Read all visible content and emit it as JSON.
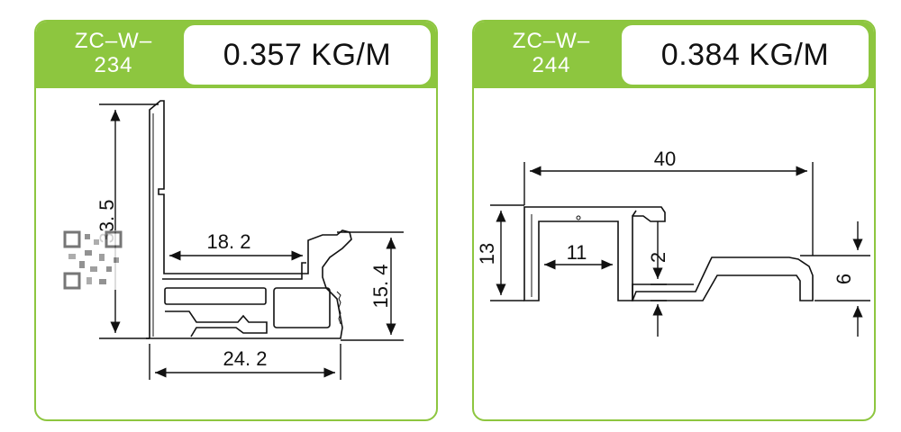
{
  "panels": [
    {
      "code_line1": "ZC–W–",
      "code_line2": "234",
      "weight": "0.357 KG/M",
      "dimensions": {
        "height_total": "33. 5",
        "inner_width": "18. 2",
        "right_height": "15. 4",
        "bottom_width": "24. 2"
      }
    },
    {
      "code_line1": "ZC–W–",
      "code_line2": "244",
      "weight": "0.384 KG/M",
      "dimensions": {
        "total_width": "40",
        "height": "13",
        "slot_width": "11",
        "thickness": "2",
        "step_height": "6"
      }
    }
  ],
  "colors": {
    "accent": "#8dc63f",
    "ink": "#111111"
  }
}
